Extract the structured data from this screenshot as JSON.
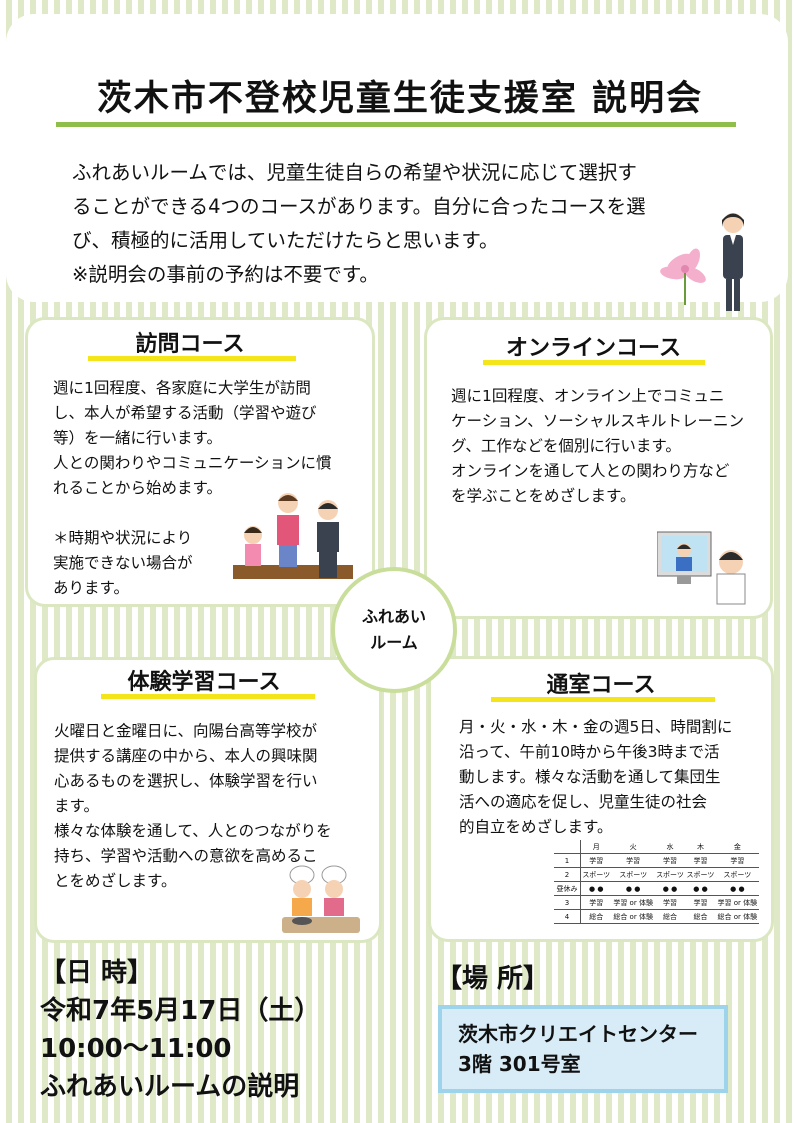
{
  "header": {
    "title": "茨木市不登校児童生徒支援室 説明会",
    "intro": [
      "ふれあいルームでは、児童生徒自らの希望や状況に応じて選択す",
      "ることができる4つのコースがあります。自分に合ったコースを選",
      "び、積極的に活用していただけたらと思います。",
      "※説明会の事前の予約は不要です。"
    ]
  },
  "center": {
    "line1": "ふれあい",
    "line2": "ルーム"
  },
  "courses": {
    "visit": {
      "title": "訪問コース",
      "lines": [
        "週に1回程度、各家庭に大学生が訪問",
        "し、本人が希望する活動（学習や遊び",
        "等）を一緒に行います。",
        "人との関わりやコミュニケーションに慣",
        "れることから始めます。"
      ],
      "note": [
        "＊時期や状況により",
        "実施できない場合が",
        "あります。"
      ]
    },
    "online": {
      "title": "オンラインコース",
      "lines": [
        "週に1回程度、オンライン上でコミュニ",
        "ケーション、ソーシャルスキルトレーニン",
        "グ、工作などを個別に行います。",
        "オンラインを通して人との関わり方など",
        "を学ぶことをめざします。"
      ]
    },
    "experience": {
      "title": "体験学習コース",
      "lines": [
        "火曜日と金曜日に、向陽台高等学校が",
        "提供する講座の中から、本人の興味関",
        "心あるものを選択し、体験学習を行い",
        "ます。",
        "様々な体験を通して、人とのつながりを",
        "持ち、学習や活動への意欲を高めるこ",
        "とをめざします。"
      ]
    },
    "attend": {
      "title": "通室コース",
      "lines": [
        "月・火・水・木・金の週5日、時間割に",
        "沿って、午前10時から午後3時まで活",
        "動します。様々な活動を通して集団生",
        "活への適応を促し、児童生徒の社会",
        "的自立をめざします。"
      ]
    }
  },
  "timetable": {
    "days": [
      "月",
      "火",
      "水",
      "木",
      "金"
    ],
    "rows": [
      {
        "period": "1",
        "cells": [
          "学習",
          "学習",
          "学習",
          "学習",
          "学習"
        ]
      },
      {
        "period": "2",
        "cells": [
          "スポーツ",
          "スポーツ",
          "スポーツ",
          "スポーツ",
          "スポーツ"
        ]
      },
      {
        "period": "昼休み",
        "cells": [
          "● ●",
          "● ●",
          "● ●",
          "● ●",
          "● ●"
        ]
      },
      {
        "period": "3",
        "cells": [
          "学習",
          "学習 or 体験",
          "学習",
          "学習",
          "学習 or 体験"
        ]
      },
      {
        "period": "4",
        "cells": [
          "総合",
          "総合 or 体験",
          "総合",
          "総合",
          "総合 or 体験"
        ]
      }
    ]
  },
  "schedule": {
    "heading": "【日 時】",
    "date": "令和7年5月17日（土）",
    "time": "10:00～11:00",
    "content": "ふれあいルームの説明"
  },
  "place": {
    "heading": "【場 所】",
    "line1": "茨木市クリエイトセンター",
    "line2": "3階 301号室"
  }
}
